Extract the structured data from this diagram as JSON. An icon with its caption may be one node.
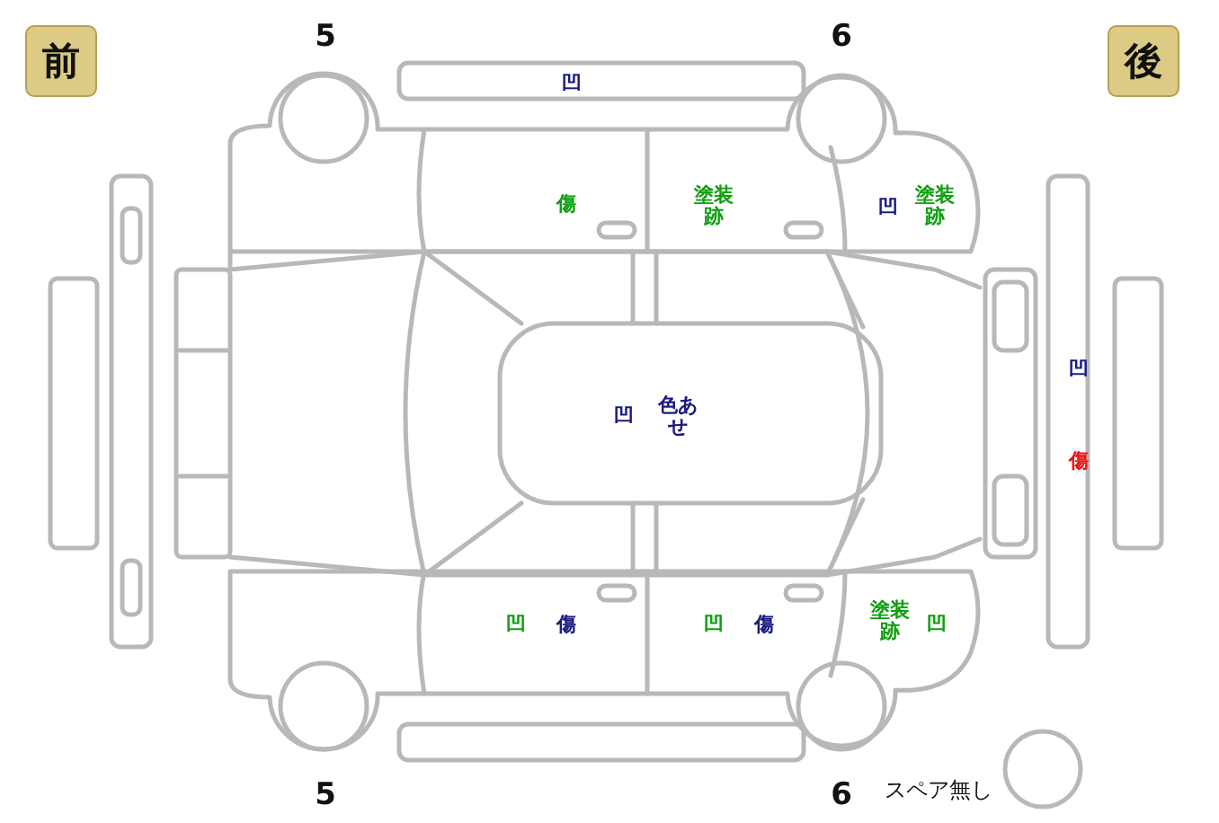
{
  "diagram": {
    "nodes": [
      {
        "text": [
          "前"
        ]
      },
      {
        "text": [
          "後"
        ]
      }
    ],
    "labels": [
      "5",
      "6",
      "凹",
      "傷",
      "塗装跡",
      "凹",
      "塗装跡",
      "凹",
      "凹",
      "色あせ",
      "傷",
      "凹",
      "傷",
      "凹",
      "傷",
      "塗装跡",
      "凹",
      "5",
      "6",
      "スペア無し"
    ]
  }
}
